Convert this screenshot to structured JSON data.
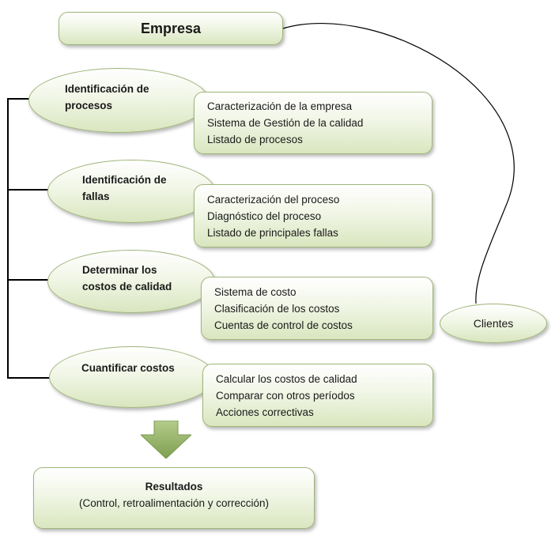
{
  "title": "Empresa",
  "stages": [
    {
      "label": [
        "Identificación de",
        "procesos"
      ],
      "details": [
        "Caracterización de la empresa",
        "Sistema de Gestión de la calidad",
        "Listado de procesos"
      ]
    },
    {
      "label": [
        "Identificación de",
        "fallas"
      ],
      "details": [
        "Caracterización del proceso",
        "Diagnóstico del proceso",
        "Listado de principales fallas"
      ]
    },
    {
      "label": [
        "Determinar los",
        "costos de calidad"
      ],
      "details": [
        "Sistema de costo",
        "Clasificación de los costos",
        "Cuentas de control de costos"
      ]
    },
    {
      "label": [
        "Cuantificar costos"
      ],
      "details": [
        "Calcular los costos de calidad",
        "Comparar con otros períodos",
        "Acciones correctivas"
      ]
    }
  ],
  "clientes": "Clientes",
  "result": {
    "title": "Resultados",
    "subtitle": "(Control, retroalimentación y corrección)"
  },
  "colors": {
    "box_border": "#9fb57a",
    "arrow_fill": "#8fae62",
    "connector": "#000000"
  }
}
